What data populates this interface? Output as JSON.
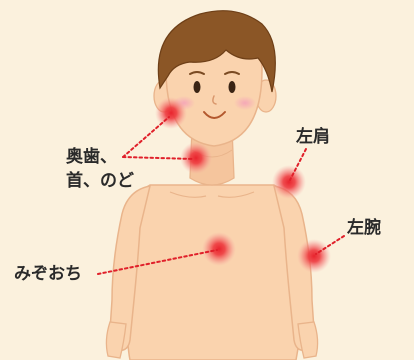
{
  "labels": {
    "teeth": "奥歯、",
    "neck": "首、のど",
    "left_shoulder": "左肩",
    "left_arm": "左腕",
    "solar_plexus": "みぞおち"
  },
  "colors": {
    "background": "#fbf1dd",
    "skin": "#fad3ae",
    "skin_shadow": "#efb98f",
    "hair": "#8b5626",
    "pain_spot": "#e8242d",
    "leader_line": "#e0202a",
    "cheek": "#f6a9b9"
  }
}
